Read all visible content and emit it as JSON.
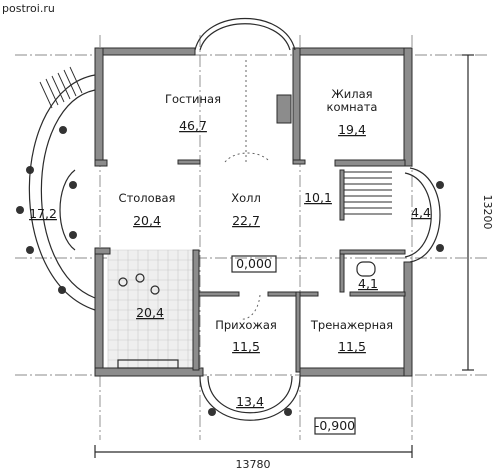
{
  "watermark": "postroi.ru",
  "rooms": {
    "living": {
      "name": "Гостиная",
      "area": "46,7"
    },
    "bedroom": {
      "name_line1": "Жилая",
      "name_line2": "комната",
      "area": "19,4"
    },
    "dining": {
      "name": "Столовая",
      "area": "20,4"
    },
    "hall": {
      "name": "Холл",
      "area": "22,7"
    },
    "hall_small": {
      "area": "10,1"
    },
    "stair_round": {
      "area": "4,4"
    },
    "terrace": {
      "area": "17,2"
    },
    "wc": {
      "area": "4,1"
    },
    "kitchen": {
      "area": "20,4"
    },
    "entrance": {
      "name": "Прихожая",
      "area": "11,5"
    },
    "gym": {
      "name": "Тренажерная",
      "area": "11,5"
    },
    "porch": {
      "area": "13,4"
    }
  },
  "levels": {
    "floor": "0,000",
    "ground": "-0,900"
  },
  "dimensions": {
    "width": "13780",
    "depth": "13200"
  }
}
